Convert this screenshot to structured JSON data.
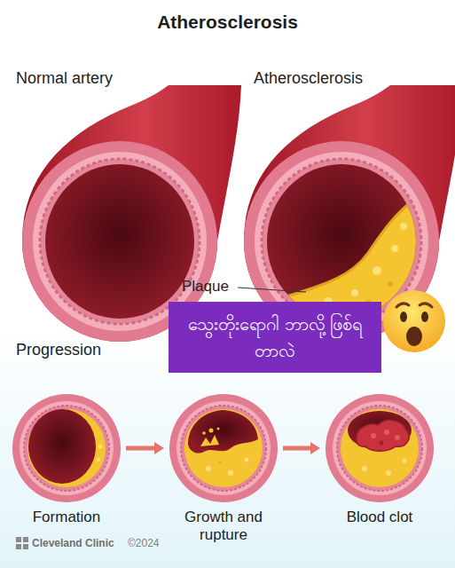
{
  "diagram": {
    "title": "Atherosclerosis",
    "nodes": [
      {
        "text": [
          "သွေးတိုးရောဂါ ဘာလို့ဖြစ်ရတာလဲ"
        ]
      },
      {
        "text": [
          "Formation"
        ]
      },
      {
        "text": [
          "Growth and rupture"
        ]
      },
      {
        "text": [
          "Blood clot"
        ]
      }
    ],
    "edges": [
      {
        "from": 1,
        "to": 2,
        "arrow": "to"
      },
      {
        "from": 2,
        "to": 3,
        "arrow": "to"
      }
    ],
    "labels": [
      "Normal artery",
      "Atherosclerosis",
      "Plaque",
      "Progression",
      "Cleveland Clinic",
      "©2024"
    ]
  }
}
